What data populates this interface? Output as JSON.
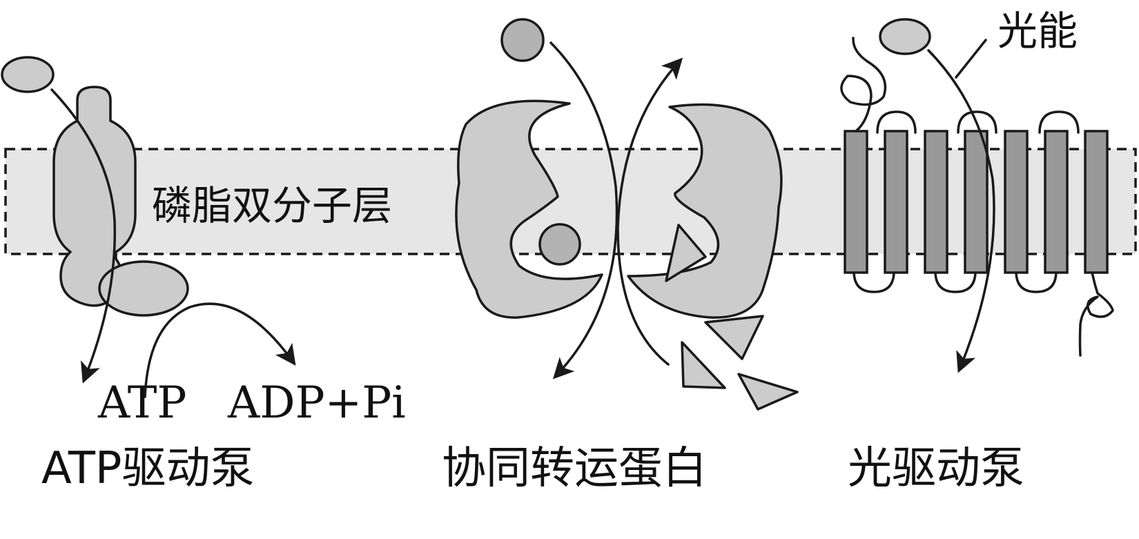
{
  "labels": {
    "membrane": "磷脂双分子层",
    "light_energy": "光能",
    "atp": "ATP",
    "adp_pi": "ADP+Pi",
    "atp_pump": "ATP驱动泵",
    "symporter": "协同转运蛋白",
    "light_pump": "光驱动泵"
  },
  "colors": {
    "membrane_fill": "#e6e6e6",
    "protein_light": "#cccccc",
    "protein_mid": "#b3b3b3",
    "helix_dark": "#999999",
    "ink": "#1a1a1a"
  }
}
